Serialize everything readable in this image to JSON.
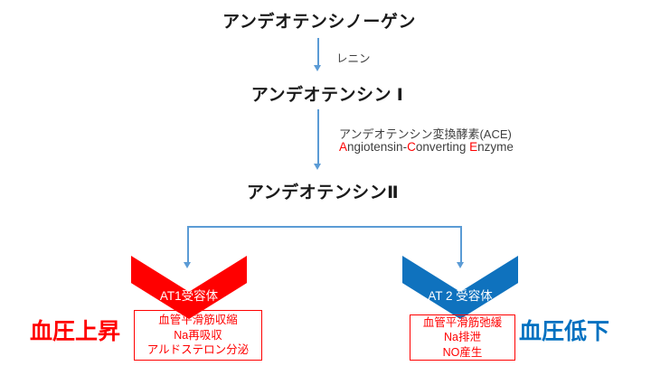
{
  "diagram": {
    "title_angiotensinogen": "アンデオテンシノーゲン",
    "renin_label": "レニン",
    "title_angiotensin1": "アンデオテンシン Ⅰ",
    "ace_label_jp": "アンデオテンシン変換酵素(ACE)",
    "ace_label_en_parts": [
      "A",
      "ngiotensin-",
      "C",
      "onverting ",
      "E",
      "nzyme"
    ],
    "title_angiotensin2": "アンデオテンシンⅡ",
    "at1": {
      "receptor_label": "AT1受容体",
      "effects": [
        "血管平滑筋収縮",
        "Na再吸収",
        "アルドステロン分泌"
      ],
      "outcome": "血圧上昇"
    },
    "at2": {
      "receptor_label": "AT 2 受容体",
      "effects": [
        "血管平滑筋弛緩",
        "Na排泄",
        "NO産生"
      ],
      "outcome": "血圧低下"
    },
    "colors": {
      "red": "#ff0000",
      "chevron_blue": "#0f72be",
      "outcome_blue": "#0070c0",
      "arrow_blue": "#5b9bd5",
      "text_dark": "#3f3f3f",
      "title_black": "#1a1a1a"
    }
  }
}
